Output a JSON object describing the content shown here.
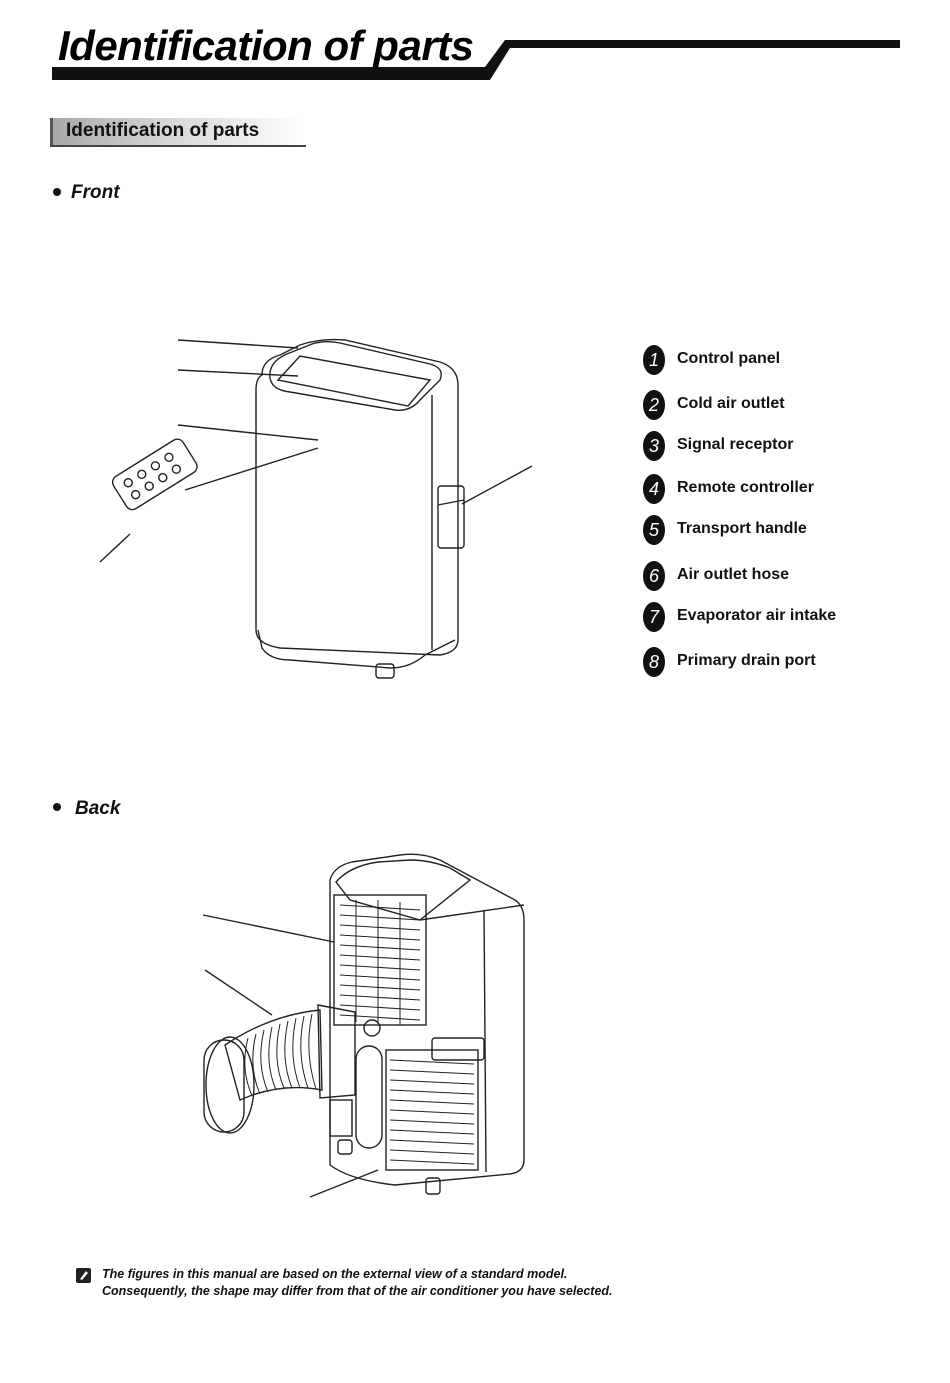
{
  "header": {
    "title": "Identification of parts"
  },
  "section": {
    "title": "Identification of parts"
  },
  "front": {
    "label": "Front"
  },
  "back": {
    "label": "Back"
  },
  "parts": [
    {
      "number": "1",
      "label": "Control panel"
    },
    {
      "number": "2",
      "label": "Cold air outlet"
    },
    {
      "number": "3",
      "label": "Signal receptor"
    },
    {
      "number": "4",
      "label": "Remote controller"
    },
    {
      "number": "5",
      "label": "Transport handle"
    },
    {
      "number": "6",
      "label": "Air outlet hose"
    },
    {
      "number": "7",
      "label": "Evaporator air intake"
    },
    {
      "number": "8",
      "label": "Primary drain port"
    }
  ],
  "note": {
    "line1": "The figures in this manual are based on the external view of a standard model.",
    "line2": "Consequently,   the shape may differ from that of the air conditioner you have selected."
  },
  "icons": {
    "note": "pencil-note-icon",
    "bullet": "bullet-dot-icon"
  }
}
